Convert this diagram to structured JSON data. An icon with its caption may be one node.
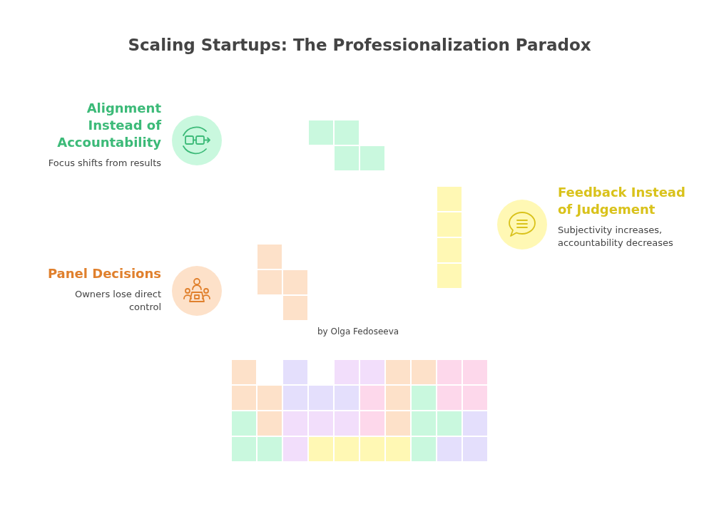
{
  "diagram": {
    "title": "Scaling Startups: The Professionalization Paradox",
    "nodes": [
      {
        "text": [
          "Alignment Instead of Accountability",
          "Focus shifts from results"
        ]
      },
      {
        "text": [
          "Feedback Instead of Judgement",
          "Subjectivity increases, accountability decreases"
        ]
      },
      {
        "text": [
          "Panel Decisions",
          "Owners lose direct control"
        ]
      }
    ],
    "edges": [],
    "labels": [
      "by Olga Fedoseeva"
    ]
  }
}
